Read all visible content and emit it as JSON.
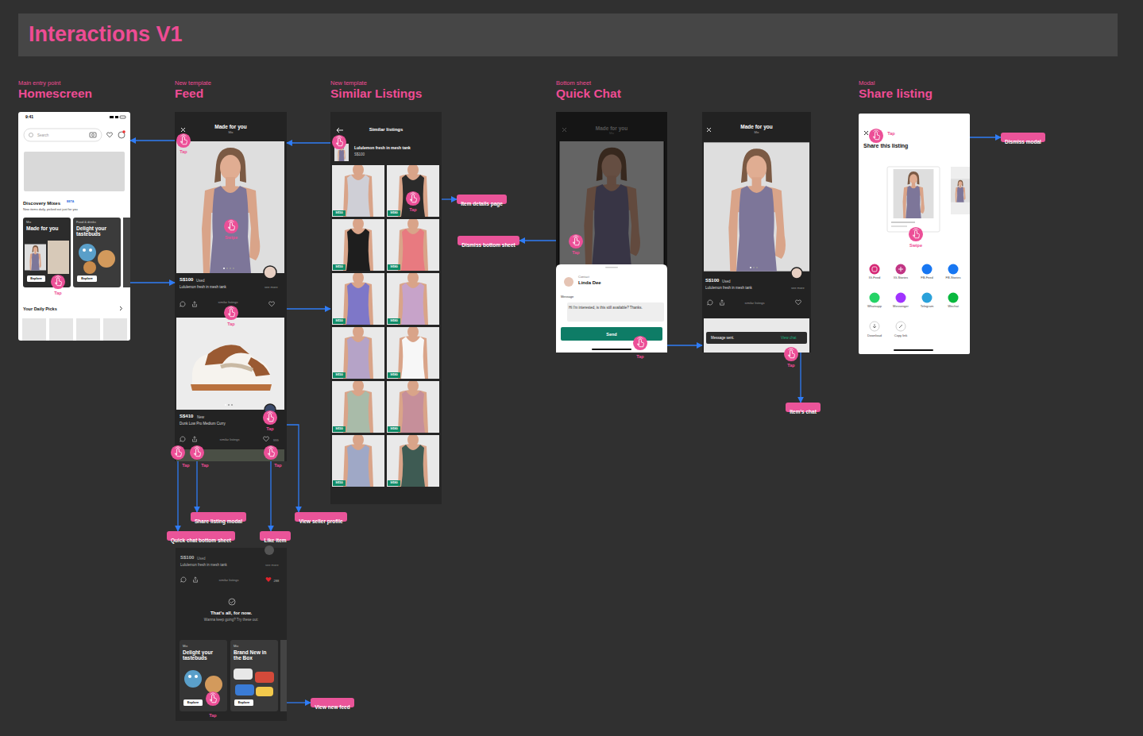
{
  "diagram": {
    "title": "Interactions V1",
    "nodes": [
      {
        "text": [
          "Main entry point",
          "Homescreen"
        ]
      },
      {
        "text": [
          "New template",
          "Feed"
        ]
      },
      {
        "text": [
          "New template",
          "Similar Listings"
        ]
      },
      {
        "text": [
          "Bottom sheet",
          "Quick Chat"
        ]
      },
      {
        "text": [
          "Made for you",
          "Mix"
        ]
      },
      {
        "text": [
          "Modal",
          "Share listing"
        ]
      },
      {
        "text": [
          "That's all, for now.",
          "Wanna keep going? Try these out:"
        ]
      },
      {
        "text": [
          "Item details page"
        ]
      },
      {
        "text": [
          "Dismiss bottom sheet"
        ]
      },
      {
        "text": [
          "Share listing modal"
        ]
      },
      {
        "text": [
          "View seller profile"
        ]
      },
      {
        "text": [
          "Quick chat bottom sheet"
        ]
      },
      {
        "text": [
          "Like item"
        ]
      },
      {
        "text": [
          "View new feed"
        ]
      },
      {
        "text": [
          "Item's chat"
        ]
      },
      {
        "text": [
          "Dismiss modal"
        ]
      }
    ],
    "edges": [
      {
        "from": 1,
        "to": 0,
        "arrow": "to"
      },
      {
        "from": 0,
        "to": 1,
        "arrow": "to"
      },
      {
        "from": 2,
        "to": 1,
        "arrow": "to"
      },
      {
        "from": 1,
        "to": 2,
        "arrow": "to"
      },
      {
        "from": 2,
        "to": 7,
        "arrow": "to"
      },
      {
        "from": 3,
        "to": 8,
        "arrow": "to"
      },
      {
        "from": 3,
        "to": 4,
        "arrow": "to"
      },
      {
        "from": 4,
        "to": 14,
        "arrow": "to"
      },
      {
        "from": 5,
        "to": 15,
        "arrow": "to"
      },
      {
        "from": 1,
        "to": 9,
        "arrow": "to"
      },
      {
        "from": 1,
        "to": 10,
        "arrow": "to"
      },
      {
        "from": 1,
        "to": 11,
        "arrow": "to"
      },
      {
        "from": 1,
        "to": 12,
        "arrow": "to"
      },
      {
        "from": 6,
        "to": 13,
        "arrow": "to"
      }
    ],
    "labels": [
      "9:41",
      "Search",
      "Discovery Mixes",
      "BETA",
      "New items daily, picked out just for you",
      "Mix",
      "Made for you",
      "Explore",
      "Food & drinks",
      "Delight your tastebuds",
      "Explore",
      "Your Daily Picks",
      "Made for you",
      "Mix",
      "S$100",
      "Used",
      "Lululemon fresh in mesh tank",
      "see more",
      "similar listings",
      "S$410",
      "New",
      "Dunk Low Pro Medium Curry",
      "similar listings",
      "999",
      "S$100",
      "Used",
      "Lululemon fresh in mesh tank",
      "see more",
      "similar listings",
      "288",
      "Mix",
      "Delight your tastebuds",
      "Explore",
      "Mix",
      "Brand New in the Box",
      "Explore",
      "Similar listings",
      "Lululemon fresh in mesh tank",
      "S$100",
      "S$50",
      "S$80",
      "S$50",
      "S$80",
      "S$50",
      "S$80",
      "S$50",
      "S$80",
      "S$50",
      "S$80",
      "S$50",
      "S$80",
      "Made for you",
      "Mix",
      "Contact",
      "Linda Dee",
      "Message",
      "Hi I'm interested, is this still available? Thanks.",
      "Send",
      "S$100",
      "Used",
      "Lululemon fresh in mesh tank",
      "see more",
      "similar listings",
      "Message sent.",
      "View chat",
      "Share this listing",
      "IG-Feed",
      "IG-Stories",
      "FB-Feed",
      "FB-Stories",
      "Whatsapp",
      "Messenger",
      "Telegram",
      "Wechat",
      "Download",
      "Copy link",
      "Tap",
      "Tap",
      "Swipe",
      "Tap",
      "Tap",
      "Tap",
      "Tap",
      "Tap",
      "Tap",
      "Tap",
      "Tap",
      "Tap",
      "Tap",
      "Swipe",
      "Tap"
    ]
  }
}
